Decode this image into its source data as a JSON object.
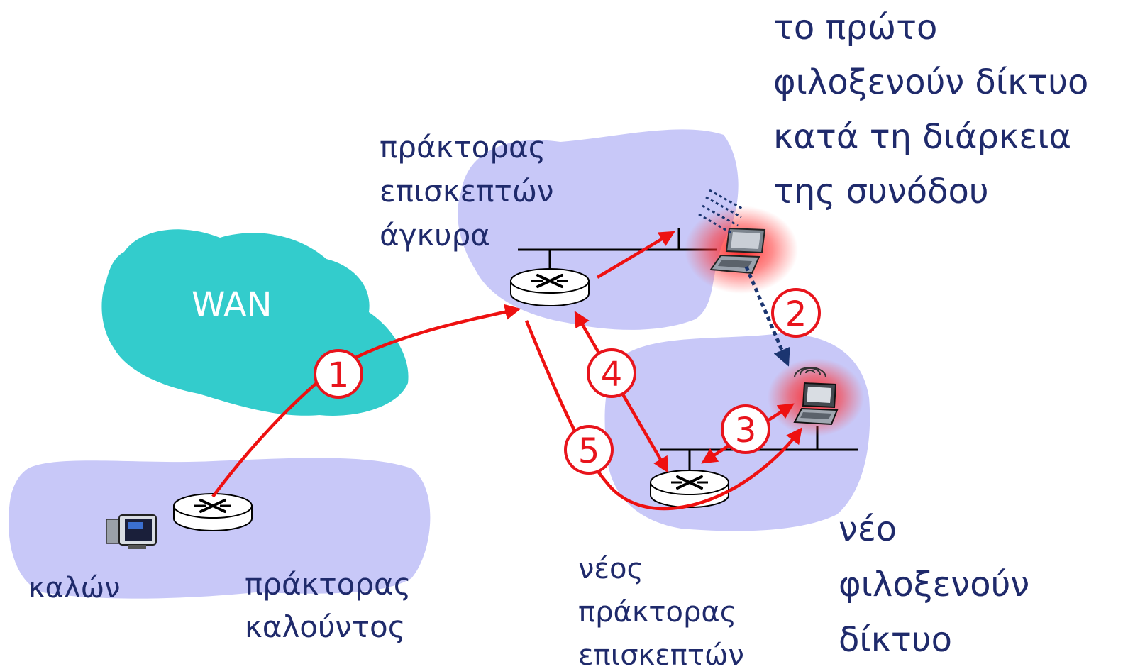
{
  "colors": {
    "network_cloud": "#c8c8f8",
    "wan_cloud": "#33cccc",
    "arrow": "#ee1111",
    "text": "#1f2a6b",
    "wireless_path": "#1b3570",
    "glow": "#ff2a2a"
  },
  "wan": {
    "label": "WAN"
  },
  "labels": {
    "caller": "καλών",
    "caller_agent": [
      "πράκτορας",
      "καλούντος"
    ],
    "anchor_agent": [
      "πράκτορας",
      "επισκεπτών",
      "άγκυρα"
    ],
    "first_host_network": [
      "το πρώτο",
      "φιλοξενούν δίκτυο",
      "κατά τη διάρκεια",
      "της συνόδου"
    ],
    "new_visited_agent": [
      "νέος",
      "πράκτορας",
      "επισκεπτών"
    ],
    "new_host_network": [
      "νέο",
      "φιλοξενούν",
      "δίκτυο"
    ]
  },
  "steps": [
    "1",
    "2",
    "3",
    "4",
    "5"
  ],
  "icons": {
    "caller_host": "desktop-computer-icon",
    "routers": "router-icon",
    "mobile_old": "laptop-icon",
    "mobile_new": "laptop-icon"
  }
}
